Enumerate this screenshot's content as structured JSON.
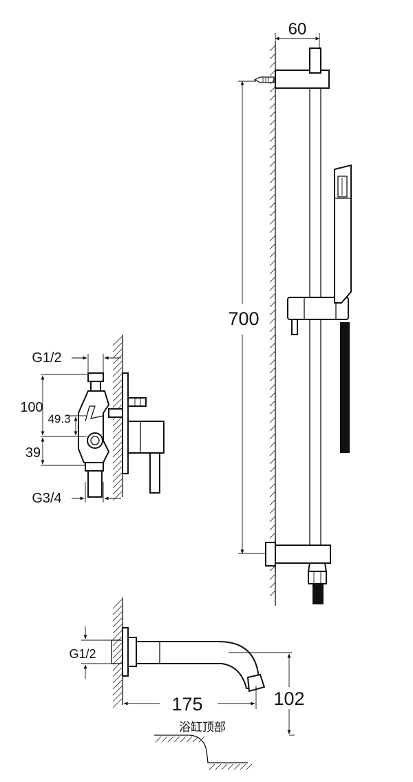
{
  "labels": {
    "width_60": "60",
    "height_700": "700",
    "inlet_top": "G1/2",
    "dim_100": "100",
    "dim_49_3": "49.3",
    "dim_39": "39",
    "inlet_bottom": "G3/4",
    "spout_thread": "G1/2",
    "spout_length": "175",
    "spout_height": "102",
    "bathtub_top": "浴缸顶部"
  }
}
